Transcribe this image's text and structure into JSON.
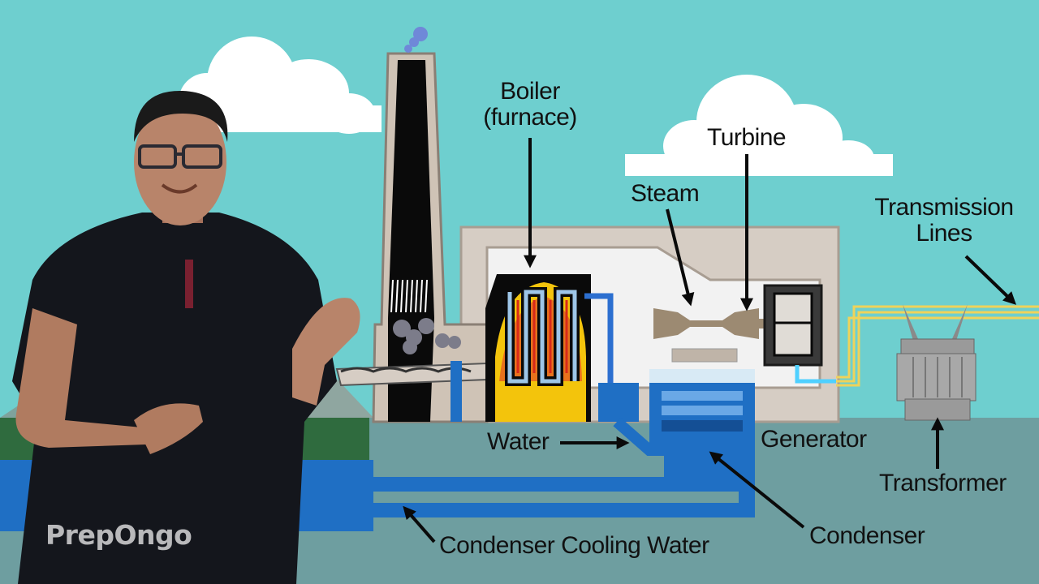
{
  "labels": {
    "boiler_line1": "Boiler",
    "boiler_line2": "(furnace)",
    "turbine": "Turbine",
    "steam": "Steam",
    "transmission_line1": "Transmission",
    "transmission_line2": "Lines",
    "water": "Water",
    "generator": "Generator",
    "transformer": "Transformer",
    "condenser": "Condenser",
    "condenser_cooling_water": "Condenser Cooling Water"
  },
  "watermark": "PrepOngo",
  "colors": {
    "sky": "#6ecfcf",
    "ground": "#6e9ea0",
    "water_blue": "#1f6fc4",
    "building_outer": "#d6cdc4",
    "building_inner": "#f2f2f2",
    "chimney_fill": "#0a0a0a",
    "flame_red": "#d8291a",
    "flame_yellow": "#f3c40c",
    "line_yellow": "#efd35a"
  }
}
